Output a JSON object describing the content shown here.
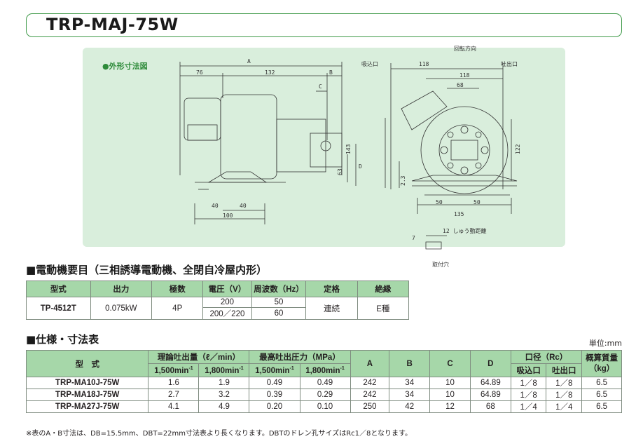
{
  "title": "TRP-MAJ-75W",
  "drawing": {
    "heading": "●外形寸法図",
    "rotation_label": "回転方向",
    "intake_label": "吸込口",
    "discharge_label": "吐出口",
    "dims_side": [
      "A",
      "76",
      "132",
      "B",
      "C",
      "143",
      "D",
      "63",
      "40",
      "40",
      "100"
    ],
    "dims_front": [
      "118",
      "118",
      "68",
      "122",
      "2.3",
      "50",
      "50",
      "135",
      "12 しゅう動距離",
      "7"
    ],
    "mount_hole_label": "取付穴"
  },
  "motor_section": {
    "heading": "■電動機要目（三相誘導電動機、全閉自冷屋内形）",
    "headers": [
      "型式",
      "出力",
      "極数",
      "電圧（V）",
      "周波数（Hz）",
      "定格",
      "絶縁"
    ],
    "model": "TP-4512T",
    "output": "0.075kW",
    "poles": "4P",
    "voltage_1": "200",
    "freq_1": "50",
    "voltage_2": "200／220",
    "freq_2": "60",
    "rating": "連続",
    "insulation": "E種"
  },
  "spec_section": {
    "heading": "■仕様・寸法表",
    "unit": "単位:mm",
    "headers": {
      "model": "型　式",
      "flow": "理論吐出量（ℓ／min）",
      "pressure": "最高吐出圧力（MPa）",
      "a": "A",
      "b": "B",
      "c": "C",
      "d": "D",
      "port": "口径（Rc）",
      "mass": "概算質量（kg）",
      "rpm1": "1,500min",
      "rpm2": "1,800min",
      "rpm_sup": "-1",
      "intake": "吸込口",
      "discharge": "吐出口"
    },
    "rows": [
      {
        "model": "TRP-MA10J-75W",
        "f1": "1.6",
        "f2": "1.9",
        "p1": "0.49",
        "p2": "0.49",
        "a": "242",
        "b": "34",
        "c": "10",
        "d": "64.89",
        "in": "1／8",
        "out": "1／8",
        "kg": "6.5"
      },
      {
        "model": "TRP-MA18J-75W",
        "f1": "2.7",
        "f2": "3.2",
        "p1": "0.39",
        "p2": "0.29",
        "a": "242",
        "b": "34",
        "c": "10",
        "d": "64.89",
        "in": "1／8",
        "out": "1／8",
        "kg": "6.5"
      },
      {
        "model": "TRP-MA27J-75W",
        "f1": "4.1",
        "f2": "4.9",
        "p1": "0.20",
        "p2": "0.10",
        "a": "250",
        "b": "42",
        "c": "12",
        "d": "68",
        "in": "1／4",
        "out": "1／4",
        "kg": "6.5"
      }
    ],
    "footnote": "※表のA・B寸法は、DB=15.5mm、DBT=22mm寸法表より長くなります。DBTのドレン孔サイズはRc1／8となります。"
  }
}
